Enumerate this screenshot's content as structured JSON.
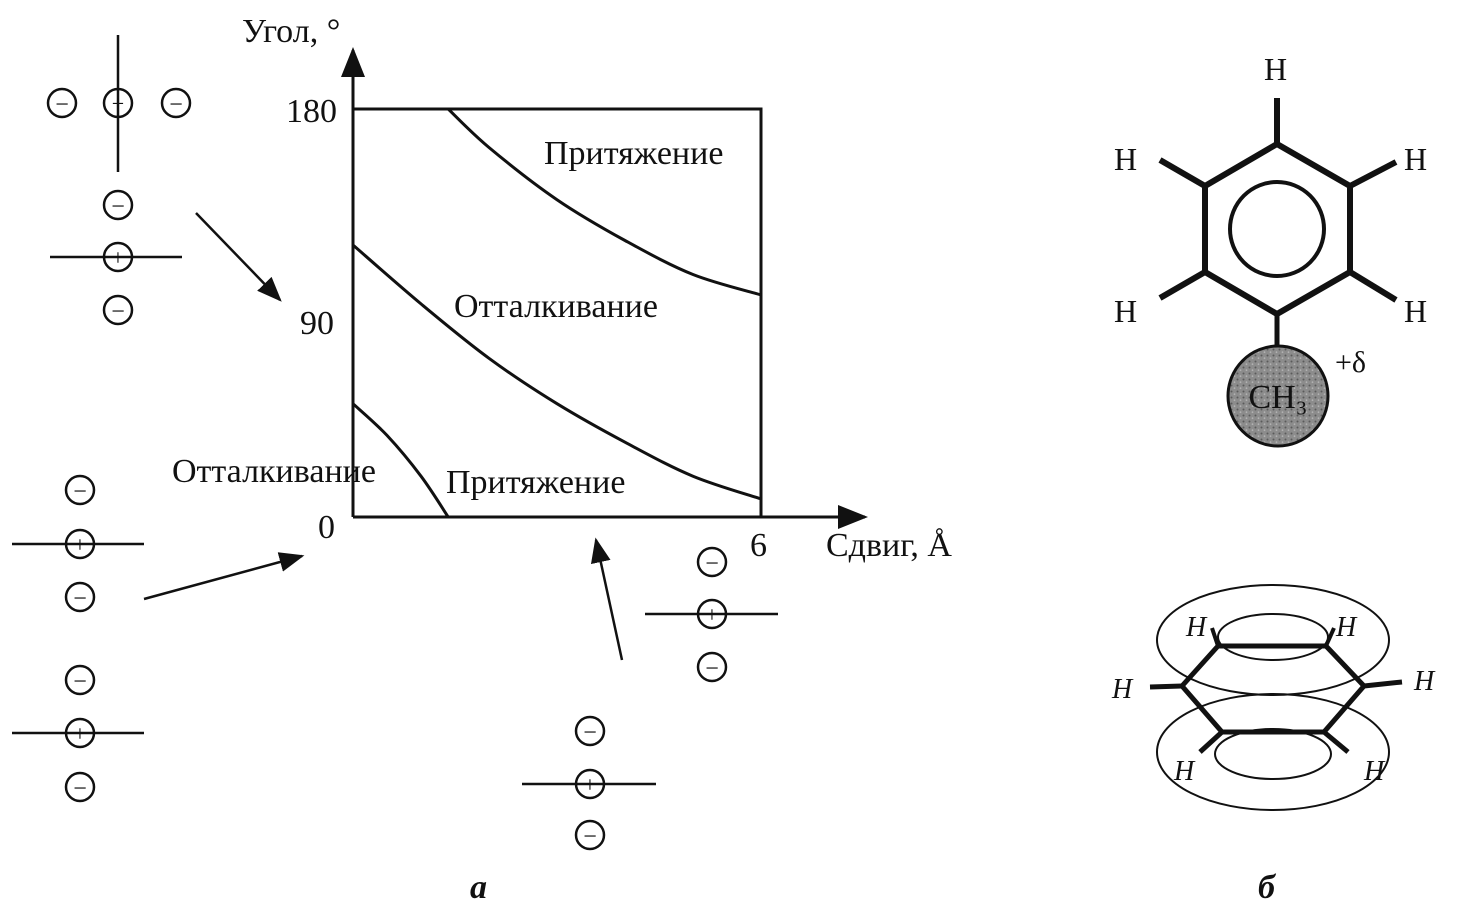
{
  "chart": {
    "y_axis_label": "Угол, °",
    "x_axis_label": "Сдвиг, Å",
    "y_ticks": [
      "180",
      "90",
      "0"
    ],
    "x_tick_end": "6",
    "regions": {
      "top_right": "Притяжение",
      "middle": "Отталкивание",
      "bottom_left": "Отталкивание",
      "bottom_right": "Притяжение"
    }
  },
  "chart_data": {
    "type": "line",
    "xlabel": "Сдвиг, Å",
    "ylabel": "Угол, °",
    "xlim": [
      0,
      6
    ],
    "ylim": [
      0,
      180
    ],
    "y_ticks": [
      0,
      90,
      180
    ],
    "x_ticks": [
      6
    ],
    "series": [
      {
        "x": [
          1.4,
          2.0,
          3.0,
          4.0,
          5.0,
          6.0
        ],
        "y": [
          180,
          163,
          140,
          122,
          107,
          98
        ]
      },
      {
        "x": [
          0,
          1.0,
          2.0,
          3.0,
          4.0,
          5.0,
          6.0
        ],
        "y": [
          120,
          94,
          70,
          50,
          33,
          18,
          8
        ]
      },
      {
        "x": [
          0,
          0.5,
          1.0,
          1.4
        ],
        "y": [
          50,
          36,
          18,
          0
        ]
      }
    ],
    "annotations": [
      "Притяжение",
      "Отталкивание",
      "Отталкивание",
      "Притяжение"
    ]
  },
  "charges": {
    "minus": "−",
    "plus": "+"
  },
  "molecule": {
    "h_label": "H",
    "methyl_label": "CH₃",
    "delta_label": "+δ"
  },
  "captions": {
    "left": "а",
    "right": "б"
  }
}
